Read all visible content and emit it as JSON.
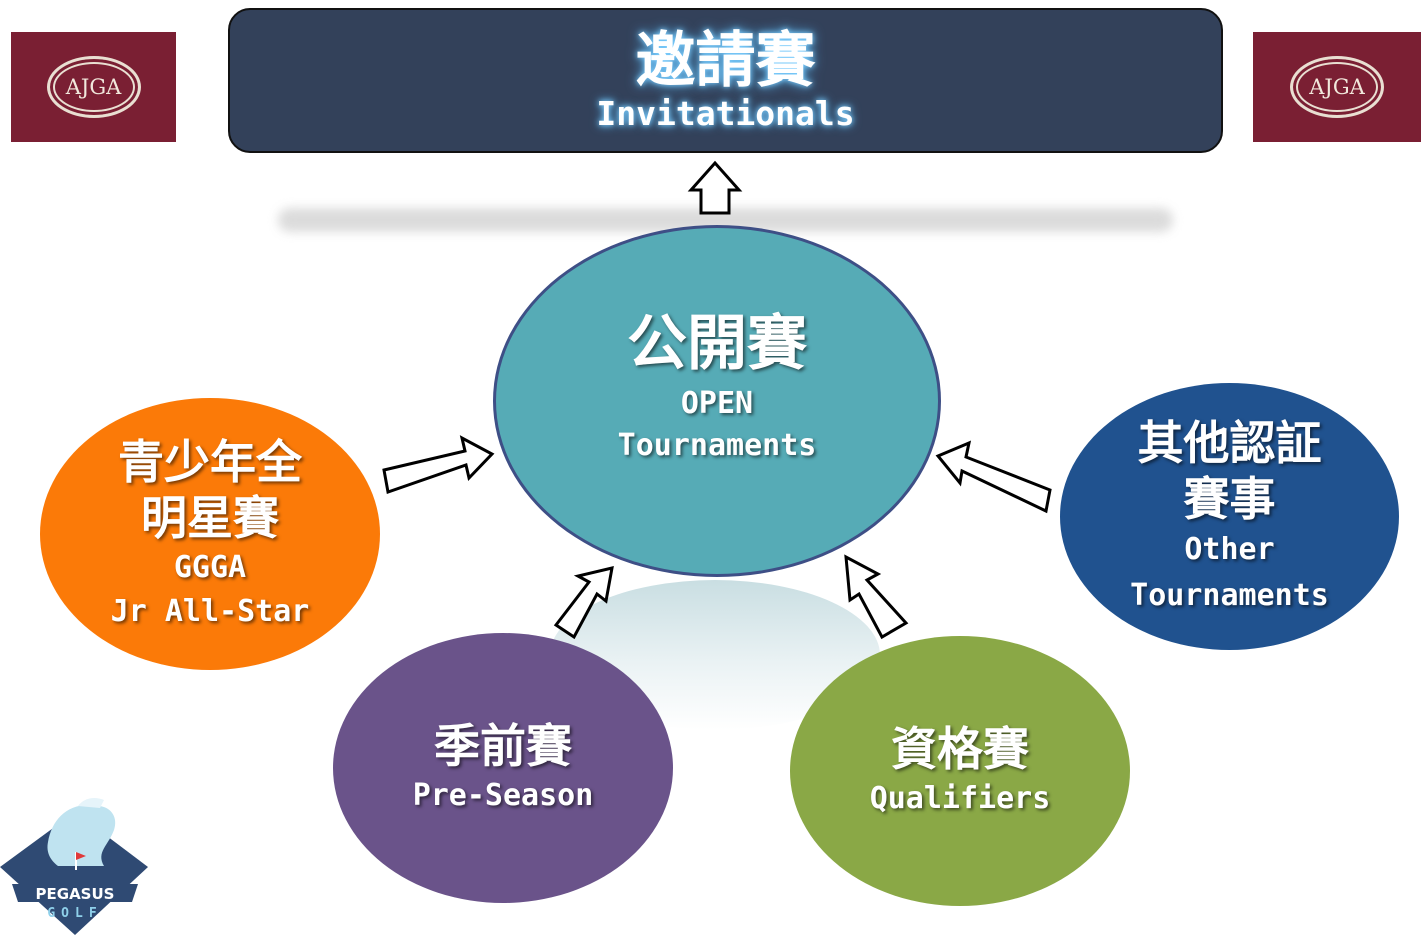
{
  "logos": {
    "left_text": "AJGA",
    "right_text": "AJGA",
    "bottom_text_top": "PEGASUS",
    "bottom_text_bottom": "GOLF"
  },
  "top": {
    "zh": "邀請賽",
    "en": "Invitationals"
  },
  "center": {
    "zh": "公開賽",
    "en1": "OPEN",
    "en2": "Tournaments"
  },
  "left": {
    "zh1": "青少年全",
    "zh2": "明星賽",
    "en1": "GGGA",
    "en2": "Jr All-Star"
  },
  "right": {
    "zh1": "其他認証",
    "zh2": "賽事",
    "en1": "Other",
    "en2": "Tournaments"
  },
  "bottom_left": {
    "zh": "季前賽",
    "en": "Pre-Season"
  },
  "bottom_right": {
    "zh": "資格賽",
    "en": "Qualifiers"
  },
  "colors": {
    "banner": "#33415a",
    "open": "#56abb6",
    "allstar": "#fb7a08",
    "other": "#20528f",
    "preseason": "#6a538a",
    "qualifiers": "#8aa846",
    "ajga": "#7a1f33"
  },
  "icons": [
    "arrow-up-icon",
    "arrow-right-icon",
    "arrow-left-icon",
    "pegasus-golf-logo"
  ]
}
